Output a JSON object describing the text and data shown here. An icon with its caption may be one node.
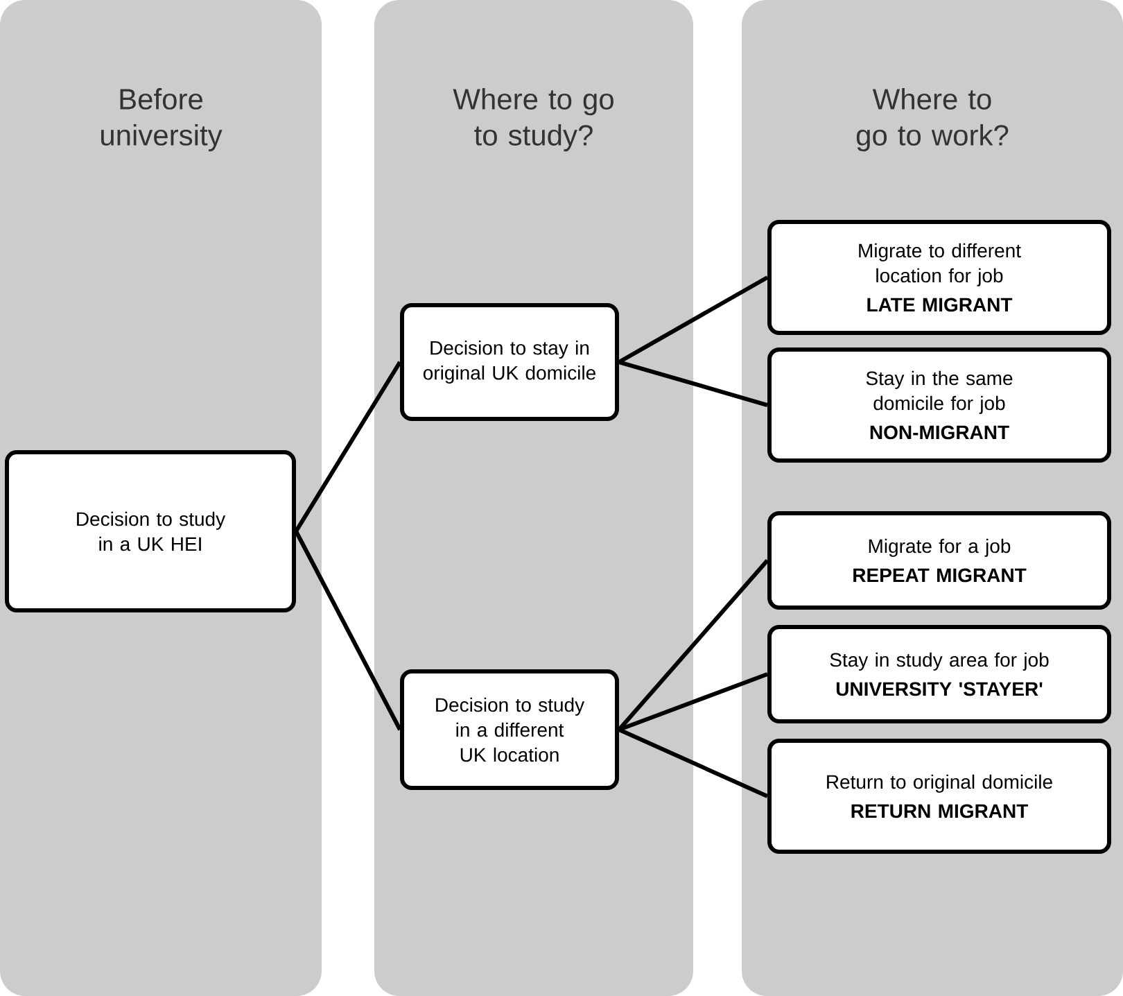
{
  "diagram": {
    "nodes": [
      {
        "text": [
          "Before university"
        ]
      },
      {
        "text": [
          "Decision to study in a UK HEI"
        ],
        "in": 0
      },
      {
        "text": [
          "Where to go to study?"
        ]
      },
      {
        "text": [
          "Decision to stay in original UK domicile"
        ],
        "in": 2
      },
      {
        "text": [
          "Decision to study in a different UK location"
        ],
        "in": 2
      },
      {
        "text": [
          "Where to go to work?"
        ]
      },
      {
        "text": [
          "Migrate to different location for job",
          "LATE MIGRANT"
        ],
        "in": 5
      },
      {
        "text": [
          "Stay in the same domicile for job",
          "NON-MIGRANT"
        ],
        "in": 5
      },
      {
        "text": [
          "Migrate for a job",
          "REPEAT MIGRANT"
        ],
        "in": 5
      },
      {
        "text": [
          "Stay in study area for job",
          "UNIVERSITY 'STAYER'"
        ],
        "in": 5
      },
      {
        "text": [
          "Return to original domicile",
          "RETURN MIGRANT"
        ],
        "in": 5
      }
    ],
    "edges": [
      {
        "from": 1,
        "to": 3,
        "arrow": "none"
      },
      {
        "from": 1,
        "to": 4,
        "arrow": "none"
      },
      {
        "from": 3,
        "to": 6,
        "arrow": "none"
      },
      {
        "from": 3,
        "to": 7,
        "arrow": "none"
      },
      {
        "from": 4,
        "to": 8,
        "arrow": "none"
      },
      {
        "from": 4,
        "to": 9,
        "arrow": "none"
      },
      {
        "from": 4,
        "to": 10,
        "arrow": "none"
      }
    ]
  }
}
